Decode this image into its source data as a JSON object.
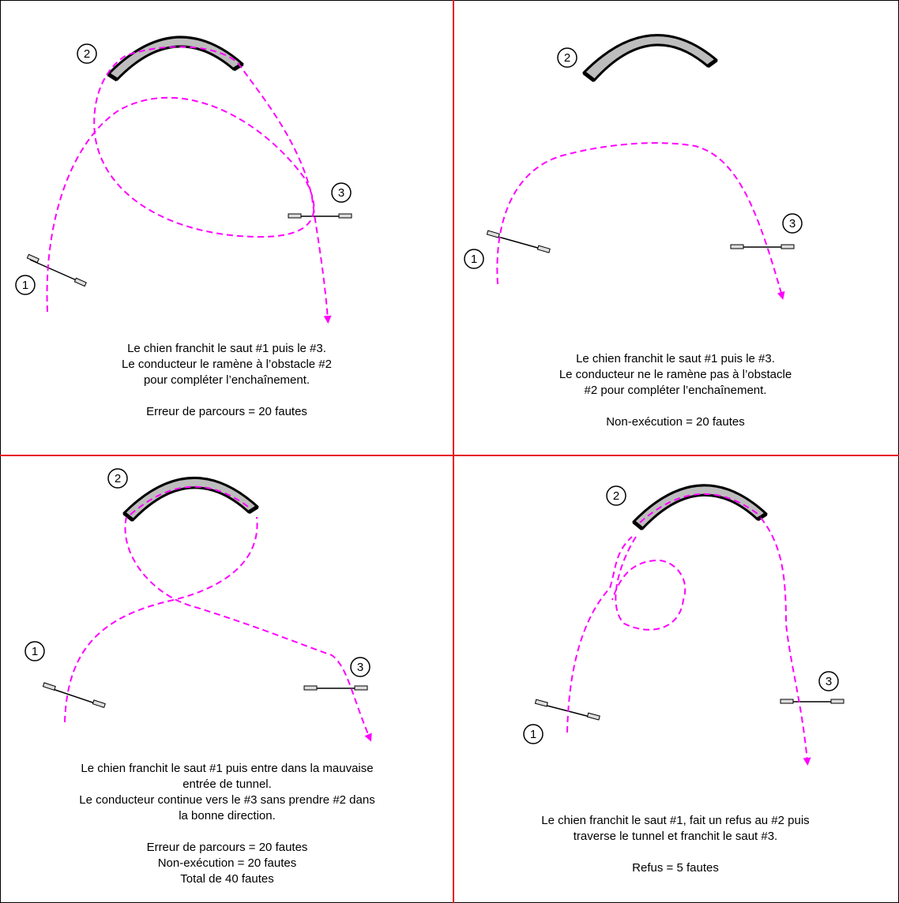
{
  "panels": [
    {
      "description_lines": [
        "Le chien franchit le saut #1 puis le #3.",
        "Le conducteur le ramène à l’obstacle #2",
        "pour compléter l’enchaînement."
      ],
      "penalty_lines": [
        "Erreur de parcours = 20 fautes"
      ]
    },
    {
      "description_lines": [
        "Le chien franchit le saut #1 puis le #3.",
        "Le conducteur ne le ramène pas à l’obstacle",
        "#2 pour compléter l’enchaînement."
      ],
      "penalty_lines": [
        "Non-exécution = 20 fautes"
      ]
    },
    {
      "description_lines": [
        "Le chien franchit le saut #1 puis entre dans la mauvaise",
        "entrée de tunnel.",
        "Le conducteur continue vers le #3 sans prendre #2 dans",
        "la bonne direction."
      ],
      "penalty_lines": [
        "Erreur de parcours = 20 fautes",
        "Non-exécution = 20 fautes",
        "Total de 40 fautes"
      ]
    },
    {
      "description_lines": [
        "Le chien franchit le saut #1, fait un refus au #2 puis",
        "traverse le tunnel et franchit le saut #3."
      ],
      "penalty_lines": [
        "Refus = 5 fautes"
      ]
    }
  ],
  "obstacle_numbers": [
    "1",
    "2",
    "3"
  ],
  "colors": {
    "path": "#ff00ff",
    "divider": "#e8141b",
    "tunnel": "#bdbdbd",
    "border": "#000000"
  }
}
